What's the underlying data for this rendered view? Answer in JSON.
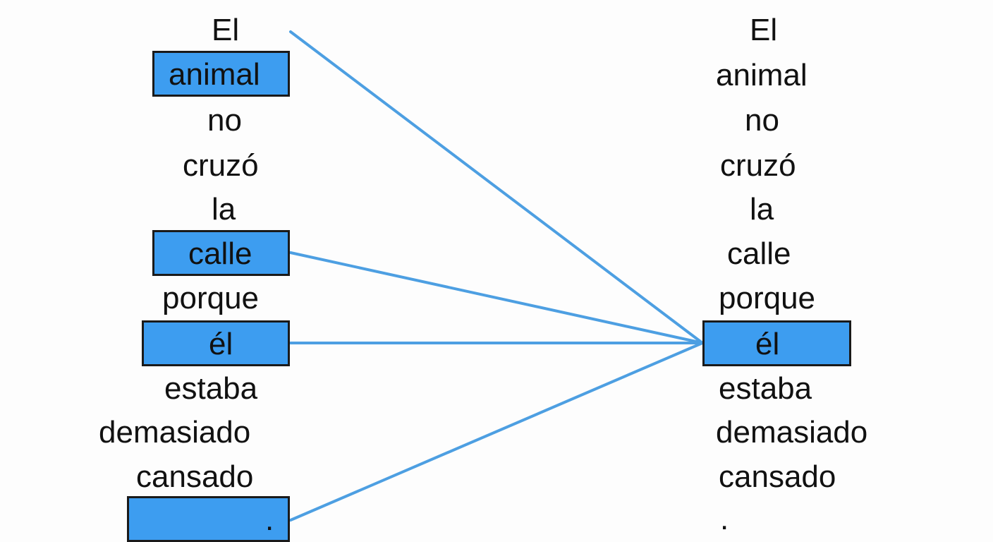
{
  "diagram": {
    "highlight_color": "#3d9df0",
    "line_color": "#4d9fe2",
    "left_tokens": [
      {
        "text": "El",
        "highlighted": false
      },
      {
        "text": "animal",
        "highlighted": true
      },
      {
        "text": "no",
        "highlighted": false
      },
      {
        "text": "cruzó",
        "highlighted": false
      },
      {
        "text": "la",
        "highlighted": false
      },
      {
        "text": "calle",
        "highlighted": true
      },
      {
        "text": "porque",
        "highlighted": false
      },
      {
        "text": "él",
        "highlighted": true
      },
      {
        "text": "estaba",
        "highlighted": false
      },
      {
        "text": "demasiado",
        "highlighted": false
      },
      {
        "text": "cansado",
        "highlighted": false
      },
      {
        "text": ".",
        "highlighted": true
      }
    ],
    "right_tokens": [
      {
        "text": "El",
        "highlighted": false
      },
      {
        "text": "animal",
        "highlighted": false
      },
      {
        "text": "no",
        "highlighted": false
      },
      {
        "text": "cruzó",
        "highlighted": false
      },
      {
        "text": "la",
        "highlighted": false
      },
      {
        "text": "calle",
        "highlighted": false
      },
      {
        "text": "porque",
        "highlighted": false
      },
      {
        "text": "él",
        "highlighted": true
      },
      {
        "text": "estaba",
        "highlighted": false
      },
      {
        "text": "demasiado",
        "highlighted": false
      },
      {
        "text": "cansado",
        "highlighted": false
      },
      {
        "text": ".",
        "highlighted": false
      }
    ],
    "connections": [
      {
        "from": 0,
        "to": 7
      },
      {
        "from": 5,
        "to": 7
      },
      {
        "from": 7,
        "to": 7
      },
      {
        "from": 11,
        "to": 7
      }
    ]
  }
}
